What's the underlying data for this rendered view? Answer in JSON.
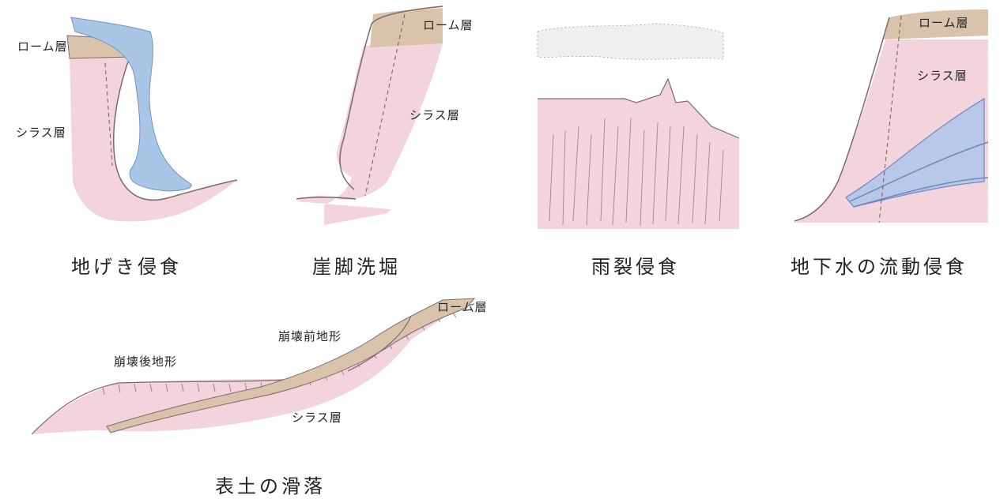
{
  "panels": {
    "gully": {
      "caption": "地げき侵食",
      "labels": {
        "loam": "ローム層",
        "shirasu": "シラス層"
      }
    },
    "undercut": {
      "caption": "崖脚洗堀",
      "labels": {
        "loam": "ローム層",
        "shirasu": "シラス層"
      }
    },
    "rainsplit": {
      "caption": "雨裂侵食"
    },
    "groundwater": {
      "caption": "地下水の流動侵食",
      "labels": {
        "loam": "ローム層",
        "shirasu": "シラス層"
      }
    },
    "slide": {
      "caption": "表土の滑落",
      "labels": {
        "loam": "ローム層",
        "before": "崩壊前地形",
        "after": "崩壊後地形",
        "shirasu": "シラス層"
      }
    }
  },
  "colors": {
    "shirasu": "#f3d3dc",
    "loam": "#d9c3ab",
    "water": "#a9c6e6",
    "line": "#7a6a6a"
  }
}
